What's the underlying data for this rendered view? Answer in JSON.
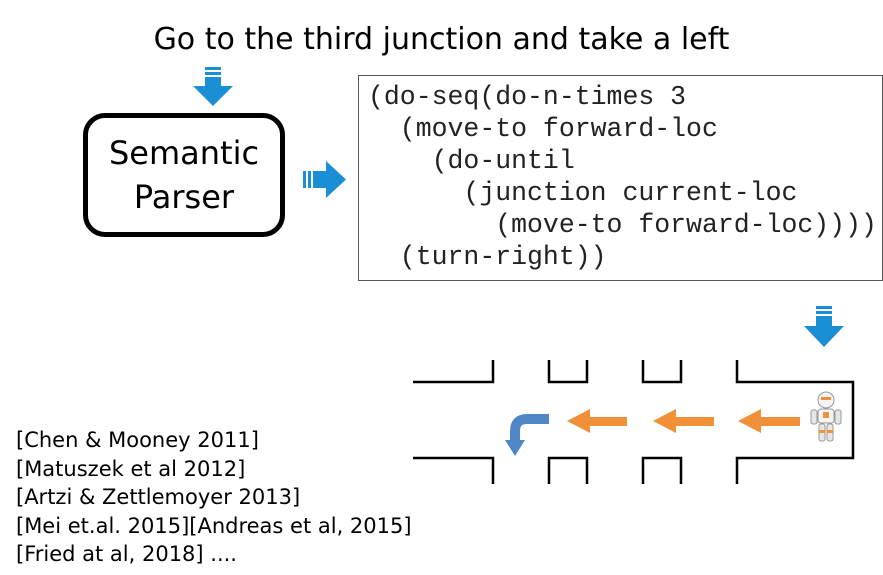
{
  "title": "Go to the third junction and take a left",
  "parser": {
    "line1": "Semantic",
    "line2": "Parser"
  },
  "program_lines": [
    "(do-seq(do-n-times 3",
    "  (move-to forward-loc",
    "    (do-until",
    "      (junction current-loc",
    "        (move-to forward-loc))))",
    "  (turn-right))"
  ],
  "citations": [
    "[Chen & Mooney 2011]",
    "[Matuszek et al 2012]",
    "[Artzi & Zettlemoyer 2013]",
    "[Mei et.al. 2015][Andreas et al, 2015]",
    "[Fried at al, 2018] ...."
  ],
  "colors": {
    "flow_arrow": "#1a8fd6",
    "path_arrow": "#f0913a",
    "turn_arrow": "#4f86c6",
    "wall": "#000000"
  },
  "icons": [
    "flow-arrow-down-icon",
    "flow-arrow-right-icon",
    "robot-icon",
    "turn-arrow-icon"
  ]
}
